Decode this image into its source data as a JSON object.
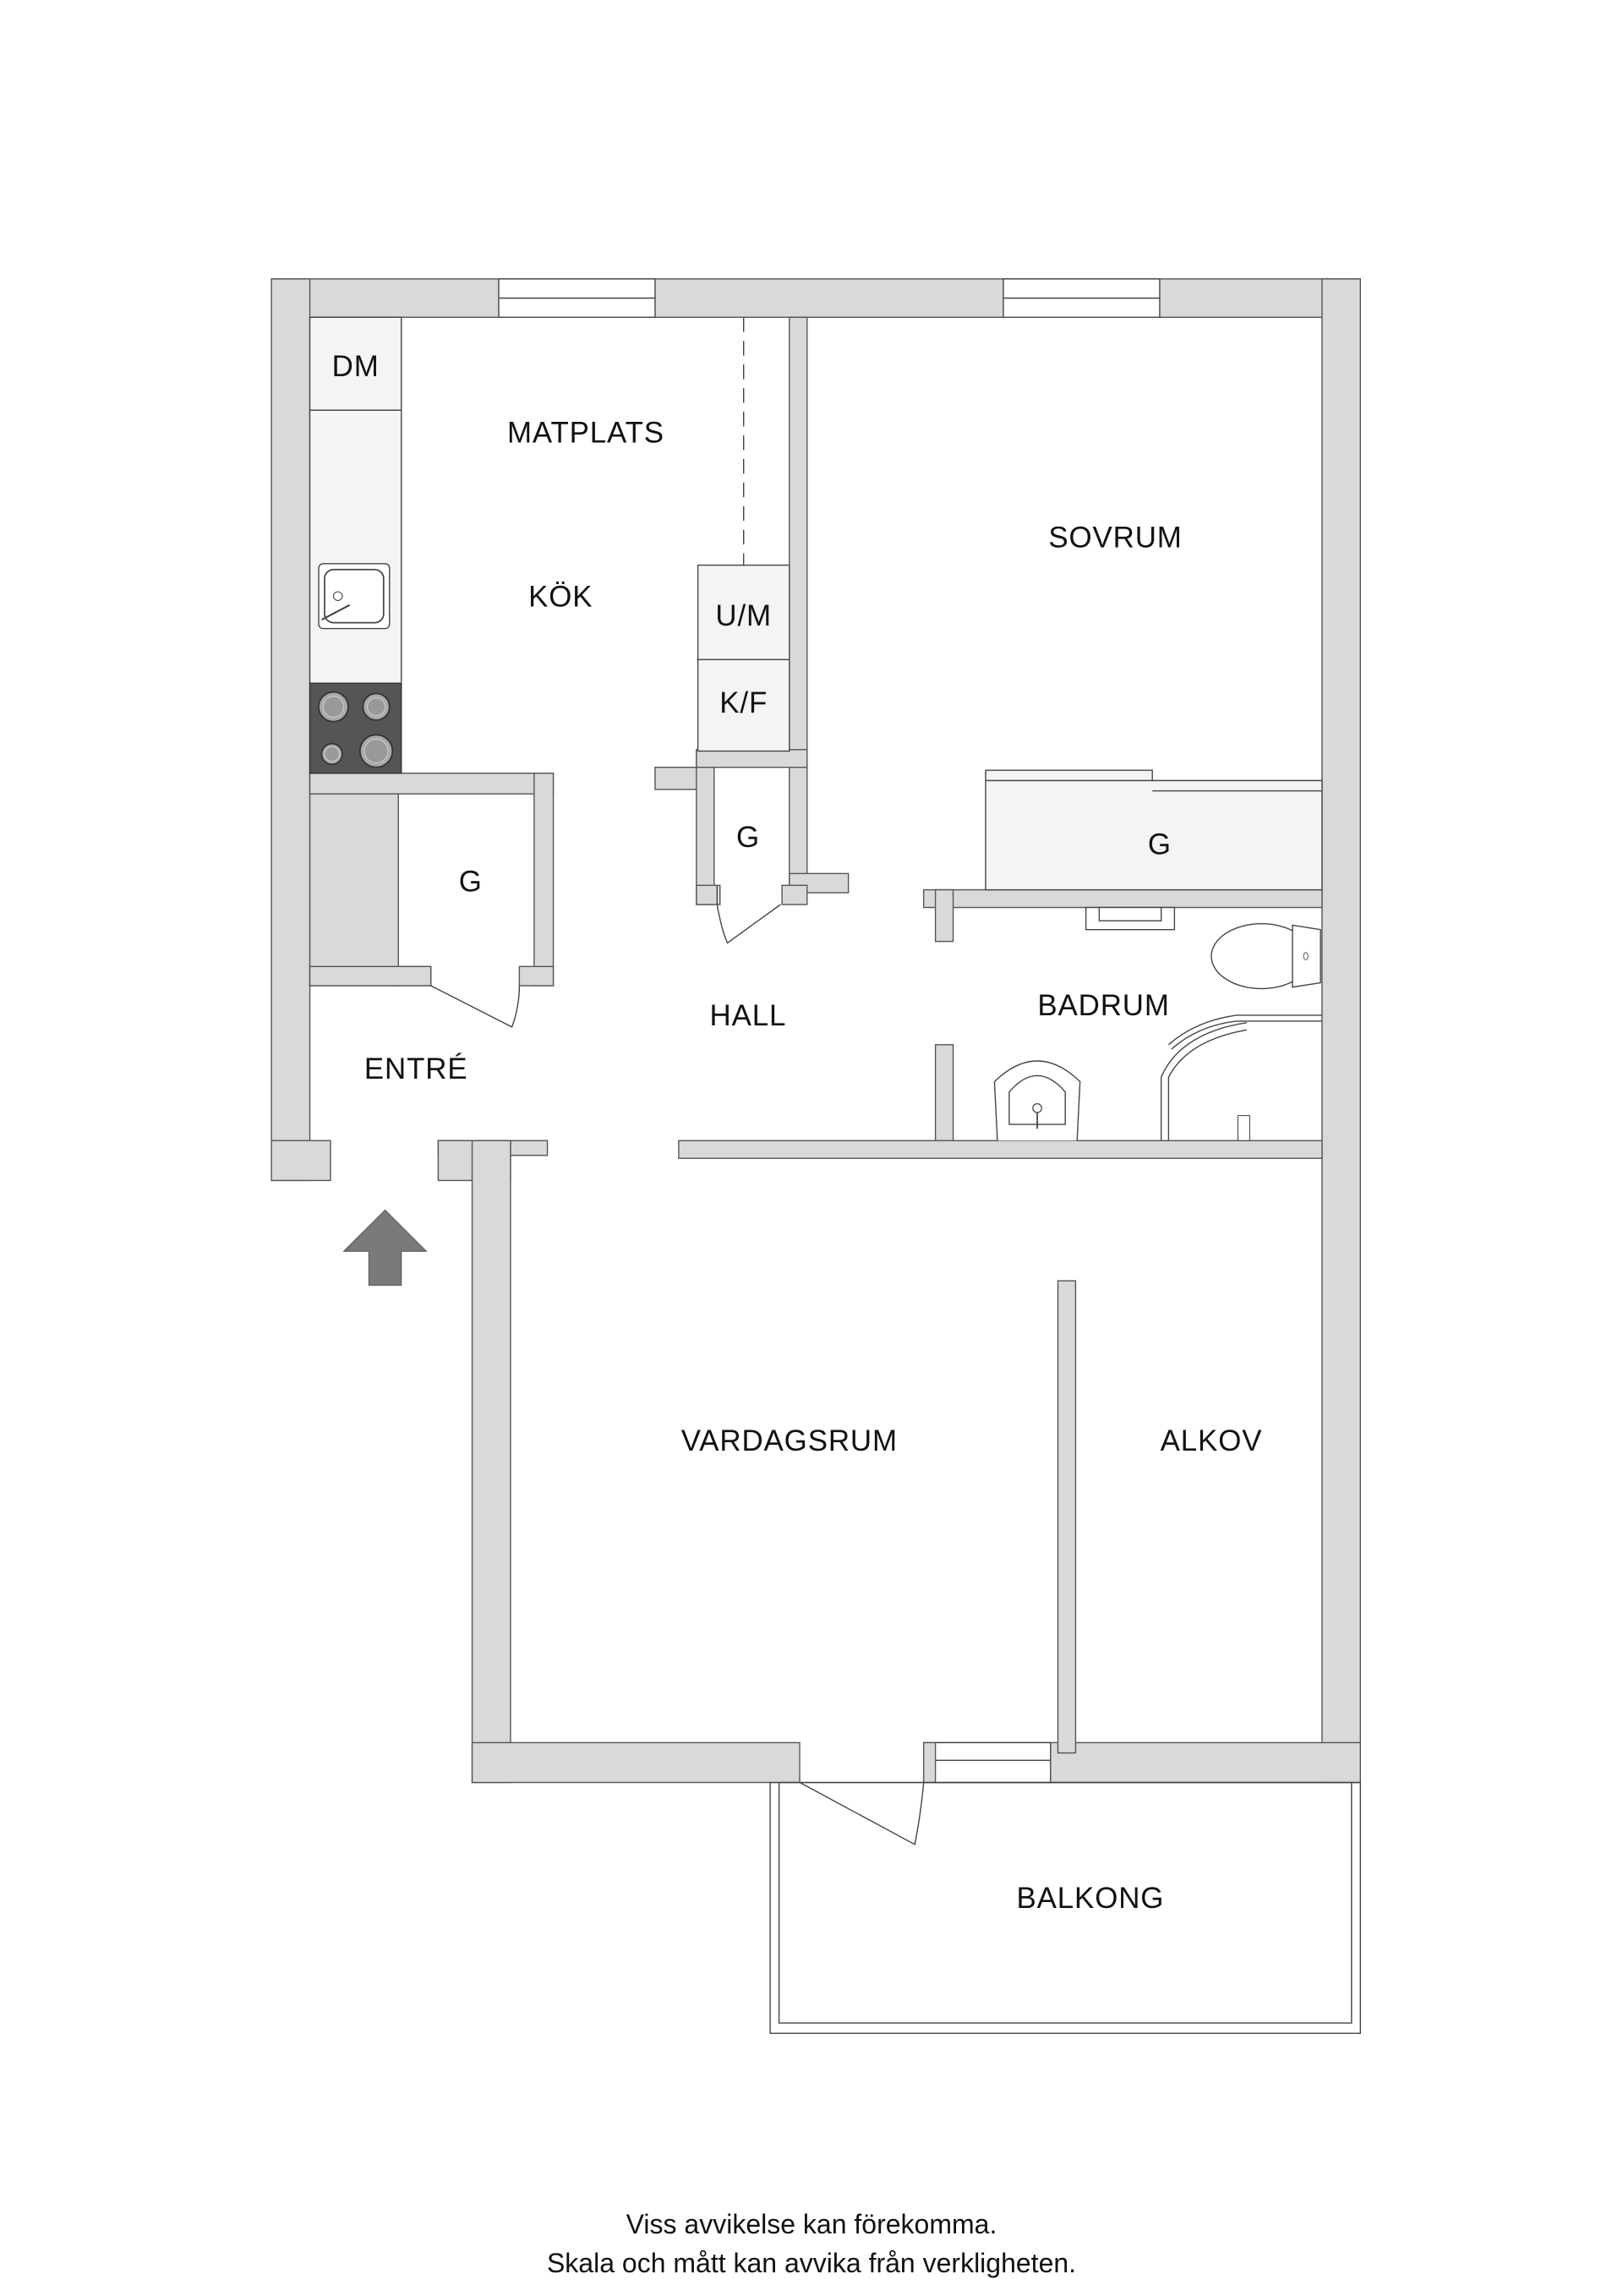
{
  "rooms": {
    "dm": "DM",
    "matplats": "MATPLATS",
    "kok": "KÖK",
    "um": "U/M",
    "kf": "K/F",
    "sovrum": "SOVRUM",
    "garderob_sovrum": "G",
    "garderob_entre": "G",
    "garderob_hall": "G",
    "entre": "ENTRÉ",
    "hall": "HALL",
    "badrum": "BADRUM",
    "vardagsrum": "VARDAGSRUM",
    "alkov": "ALKOV",
    "balkong": "BALKONG"
  },
  "icons": {
    "entrance": "entrance-arrow-icon",
    "sink": "kitchen-sink-icon",
    "stove": "stove-icon",
    "toilet": "toilet-icon",
    "washbasin": "washbasin-icon",
    "shower": "shower-icon"
  },
  "colors": {
    "wall": "#d9d9d9",
    "stove": "#555555",
    "arrow": "#7a7a7a",
    "cabinet": "#f4f4f4"
  },
  "disclaimer": {
    "line1": "Viss avvikelse kan förekomma.",
    "line2": "Skala och mått kan avvika från verkligheten."
  }
}
